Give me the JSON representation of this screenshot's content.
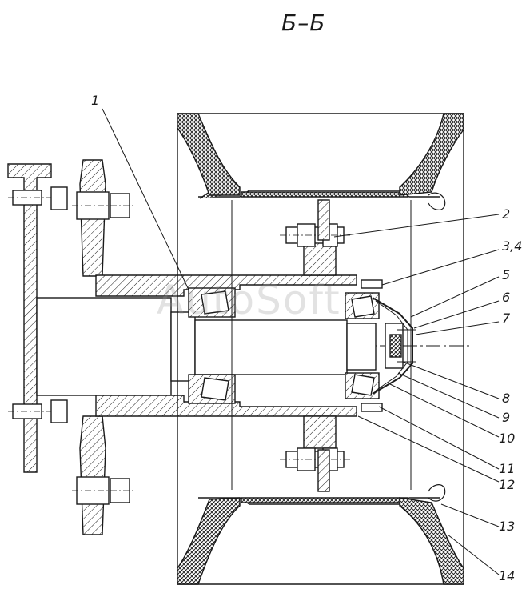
{
  "title": "Б–Б",
  "watermark": "AutoSoft",
  "callouts": [
    "1",
    "2",
    "3,4",
    "5",
    "6",
    "7",
    "8",
    "9",
    "10",
    "11",
    "12",
    "13",
    "14"
  ],
  "colors": {
    "ink": "#1a1a1a",
    "paper": "#ffffff"
  }
}
